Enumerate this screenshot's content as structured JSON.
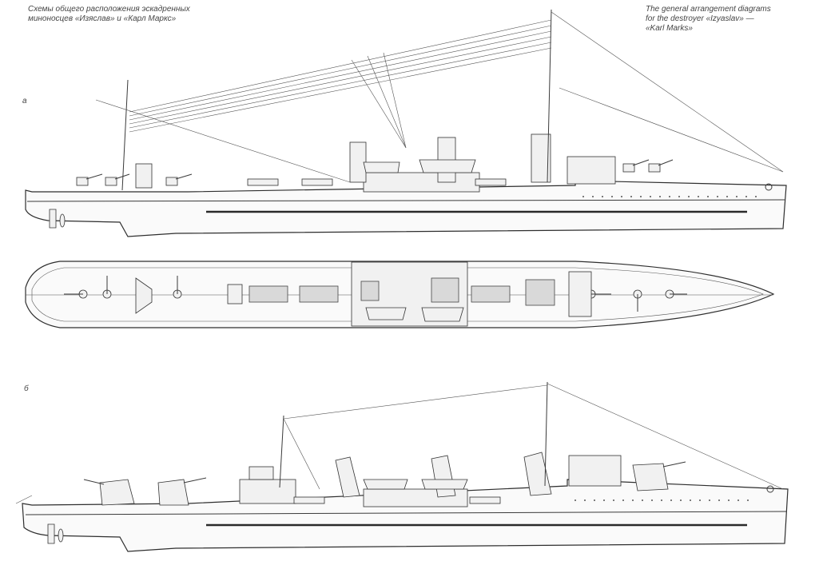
{
  "caption_ru": {
    "line1": "Схемы общего расположения эскадренных",
    "line2": "миноносцев «Изяслав» и «Карл Маркс»"
  },
  "caption_en": {
    "line1": "The general arrangement diagrams",
    "line2": "for the destroyer «Izyaslav» —",
    "line3": "«Karl Marks»"
  },
  "figure_labels": {
    "a": "а",
    "b": "б"
  }
}
